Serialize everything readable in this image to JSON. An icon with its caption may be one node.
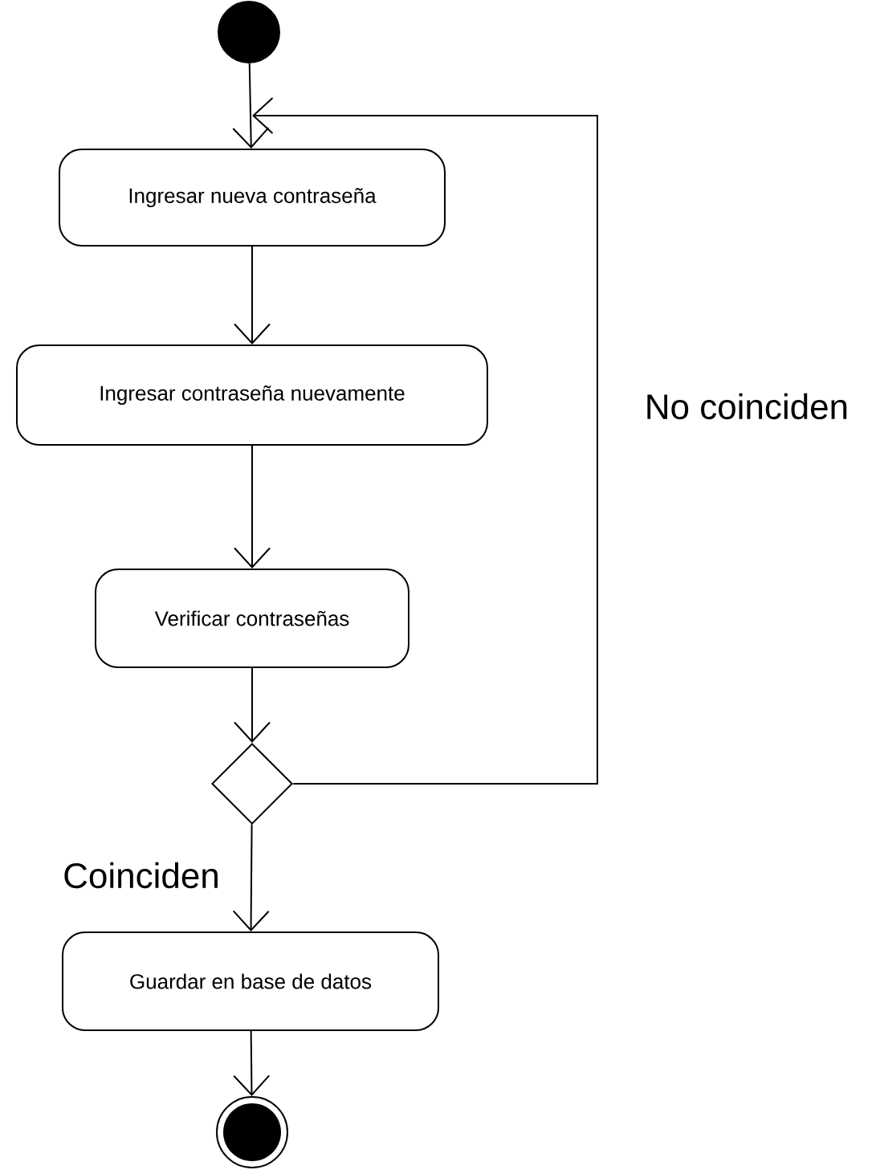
{
  "diagram": {
    "nodes": [
      {
        "text": [],
        "shape": "circle"
      },
      {
        "text": [
          "Ingresar nueva contraseña"
        ]
      },
      {
        "text": [
          "Ingresar contraseña nuevamente"
        ]
      },
      {
        "text": [
          "Verificar contraseñas"
        ]
      },
      {
        "text": [],
        "shape": "diamond"
      },
      {
        "text": [
          "Guardar en base de datos"
        ]
      },
      {
        "text": [],
        "shape": "bullseye"
      }
    ],
    "edges": [
      {
        "from": 0,
        "to": 1,
        "arrow": "to"
      },
      {
        "from": 1,
        "to": 2,
        "arrow": "to"
      },
      {
        "from": 2,
        "to": 3,
        "arrow": "to"
      },
      {
        "from": 3,
        "to": 4,
        "arrow": "to"
      },
      {
        "from": 4,
        "to": 5,
        "arrow": "to",
        "label": "Coinciden"
      },
      {
        "from": 5,
        "to": 6,
        "arrow": "to"
      },
      {
        "from": 4,
        "to": 1,
        "arrow": "to",
        "label": "No coinciden"
      }
    ]
  }
}
